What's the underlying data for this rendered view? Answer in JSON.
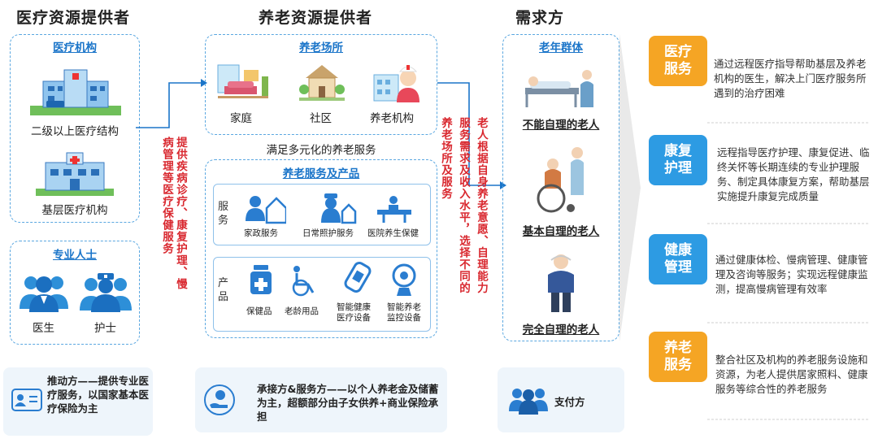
{
  "columns": {
    "medical": "医疗资源提供者",
    "elderly": "养老资源提供者",
    "demand": "需求方"
  },
  "medical": {
    "institutions_title": "医疗机构",
    "hospital_label": "二级以上医疗结构",
    "clinic_label": "基层医疗机构",
    "staff_title": "专业人士",
    "doctor_label": "医生",
    "nurse_label": "护士"
  },
  "flow_medical": "提供疾病诊疗、康复护理、慢病管理等医疗保健服务",
  "elderly": {
    "venues_title": "养老场所",
    "venues": [
      "家庭",
      "社区",
      "养老机构"
    ],
    "tagline": "满足多元化的养老服务",
    "services_title": "养老服务及产品",
    "service_side": "服务",
    "services": [
      "家政服务",
      "日常照护服务",
      "医院养生保健"
    ],
    "product_side": "产品",
    "products": [
      "保健品",
      "老龄用品",
      "智能健康医疗设备",
      "智能养老监控设备"
    ]
  },
  "flow_elderly_1": "养老场所及服务",
  "flow_elderly_2": "服务需求及收入水平，选择不同的",
  "flow_elderly_3": "老人根据自身养老意愿、自理能力",
  "demand": {
    "group_title": "老年群体",
    "groups": [
      "不能自理的老人",
      "基本自理的老人",
      "完全自理的老人"
    ]
  },
  "services": [
    {
      "badge": "医疗服务",
      "desc": "通过远程医疗指导帮助基层及养老机构的医生，解决上门医疗服务所遇到的治疗困难",
      "color": "#f5a524"
    },
    {
      "badge": "康复护理",
      "desc": "远程指导医疗护理、康复促进、临终关怀等长期连续的专业护理服务、制定具体康复方案，帮助基层实施提升康复完成质量",
      "color": "#2d9be3"
    },
    {
      "badge": "健康管理",
      "desc": "通过健康体检、慢病管理、健康管理及咨询等服务；实现远程健康监测，提高慢病管理有效率",
      "color": "#2d9be3"
    },
    {
      "badge": "养老服务",
      "desc": "整合社区及机构的养老服务设施和资源，为老人提供居家照料、健康服务等综合性的养老服务",
      "color": "#f5a524"
    }
  ],
  "bottom": {
    "driver": "推动方——提供专业医疗服务，以国家基本医疗保险为主",
    "bearer": "承接方&服务方——以个人养老金及储蓄为主，超额部分由子女供养+商业保险承担",
    "payer": "支付方"
  },
  "colors": {
    "accent_blue": "#1b75c9",
    "flow_red": "#d9282f",
    "orange": "#f5a524",
    "blue": "#2d9be3"
  }
}
